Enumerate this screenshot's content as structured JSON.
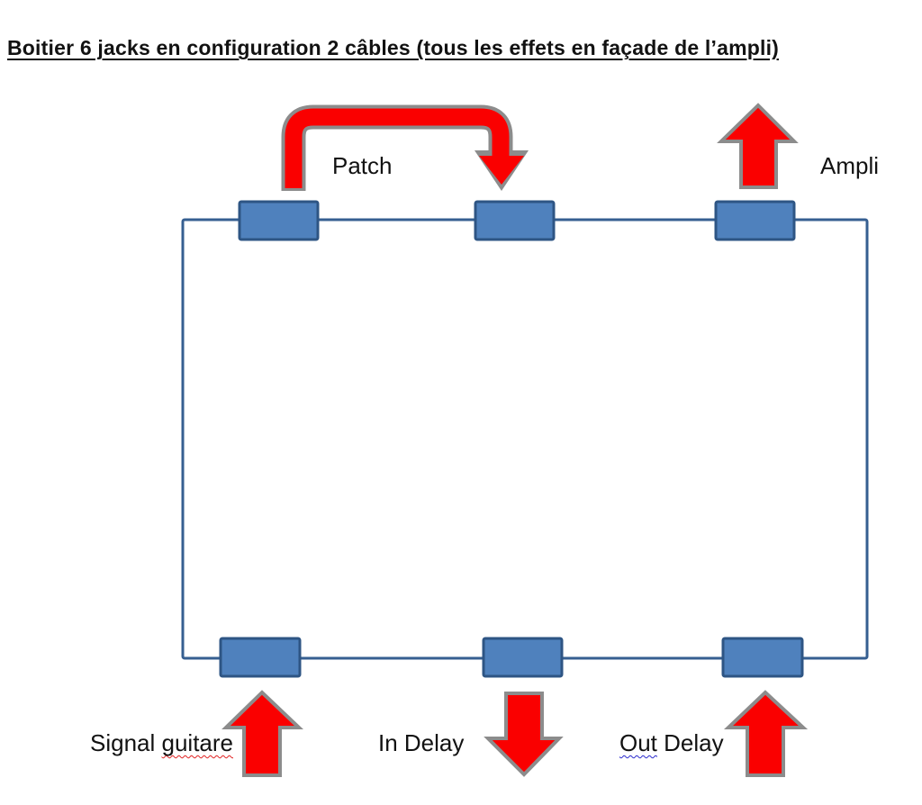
{
  "title": "Boitier 6 jacks en configuration 2 câbles (tous les effets en façade de l’ampli)",
  "labels": {
    "patch": "Patch",
    "ampli": "Ampli",
    "signal_prefix": "Signal ",
    "signal_word": "guitare",
    "in_delay": "In Delay",
    "out_word": "Out",
    "out_suffix": " Delay"
  },
  "colors": {
    "arrow_red": "#FA0000",
    "arrow_outline_gray": "#8C8C8C",
    "jack_fill": "#4F81BD",
    "jack_border": "#2E5584",
    "box_outline": "#365F91",
    "text": "#121212",
    "spellcheck_red": "#E02020",
    "grammar_blue": "#2929CC"
  }
}
